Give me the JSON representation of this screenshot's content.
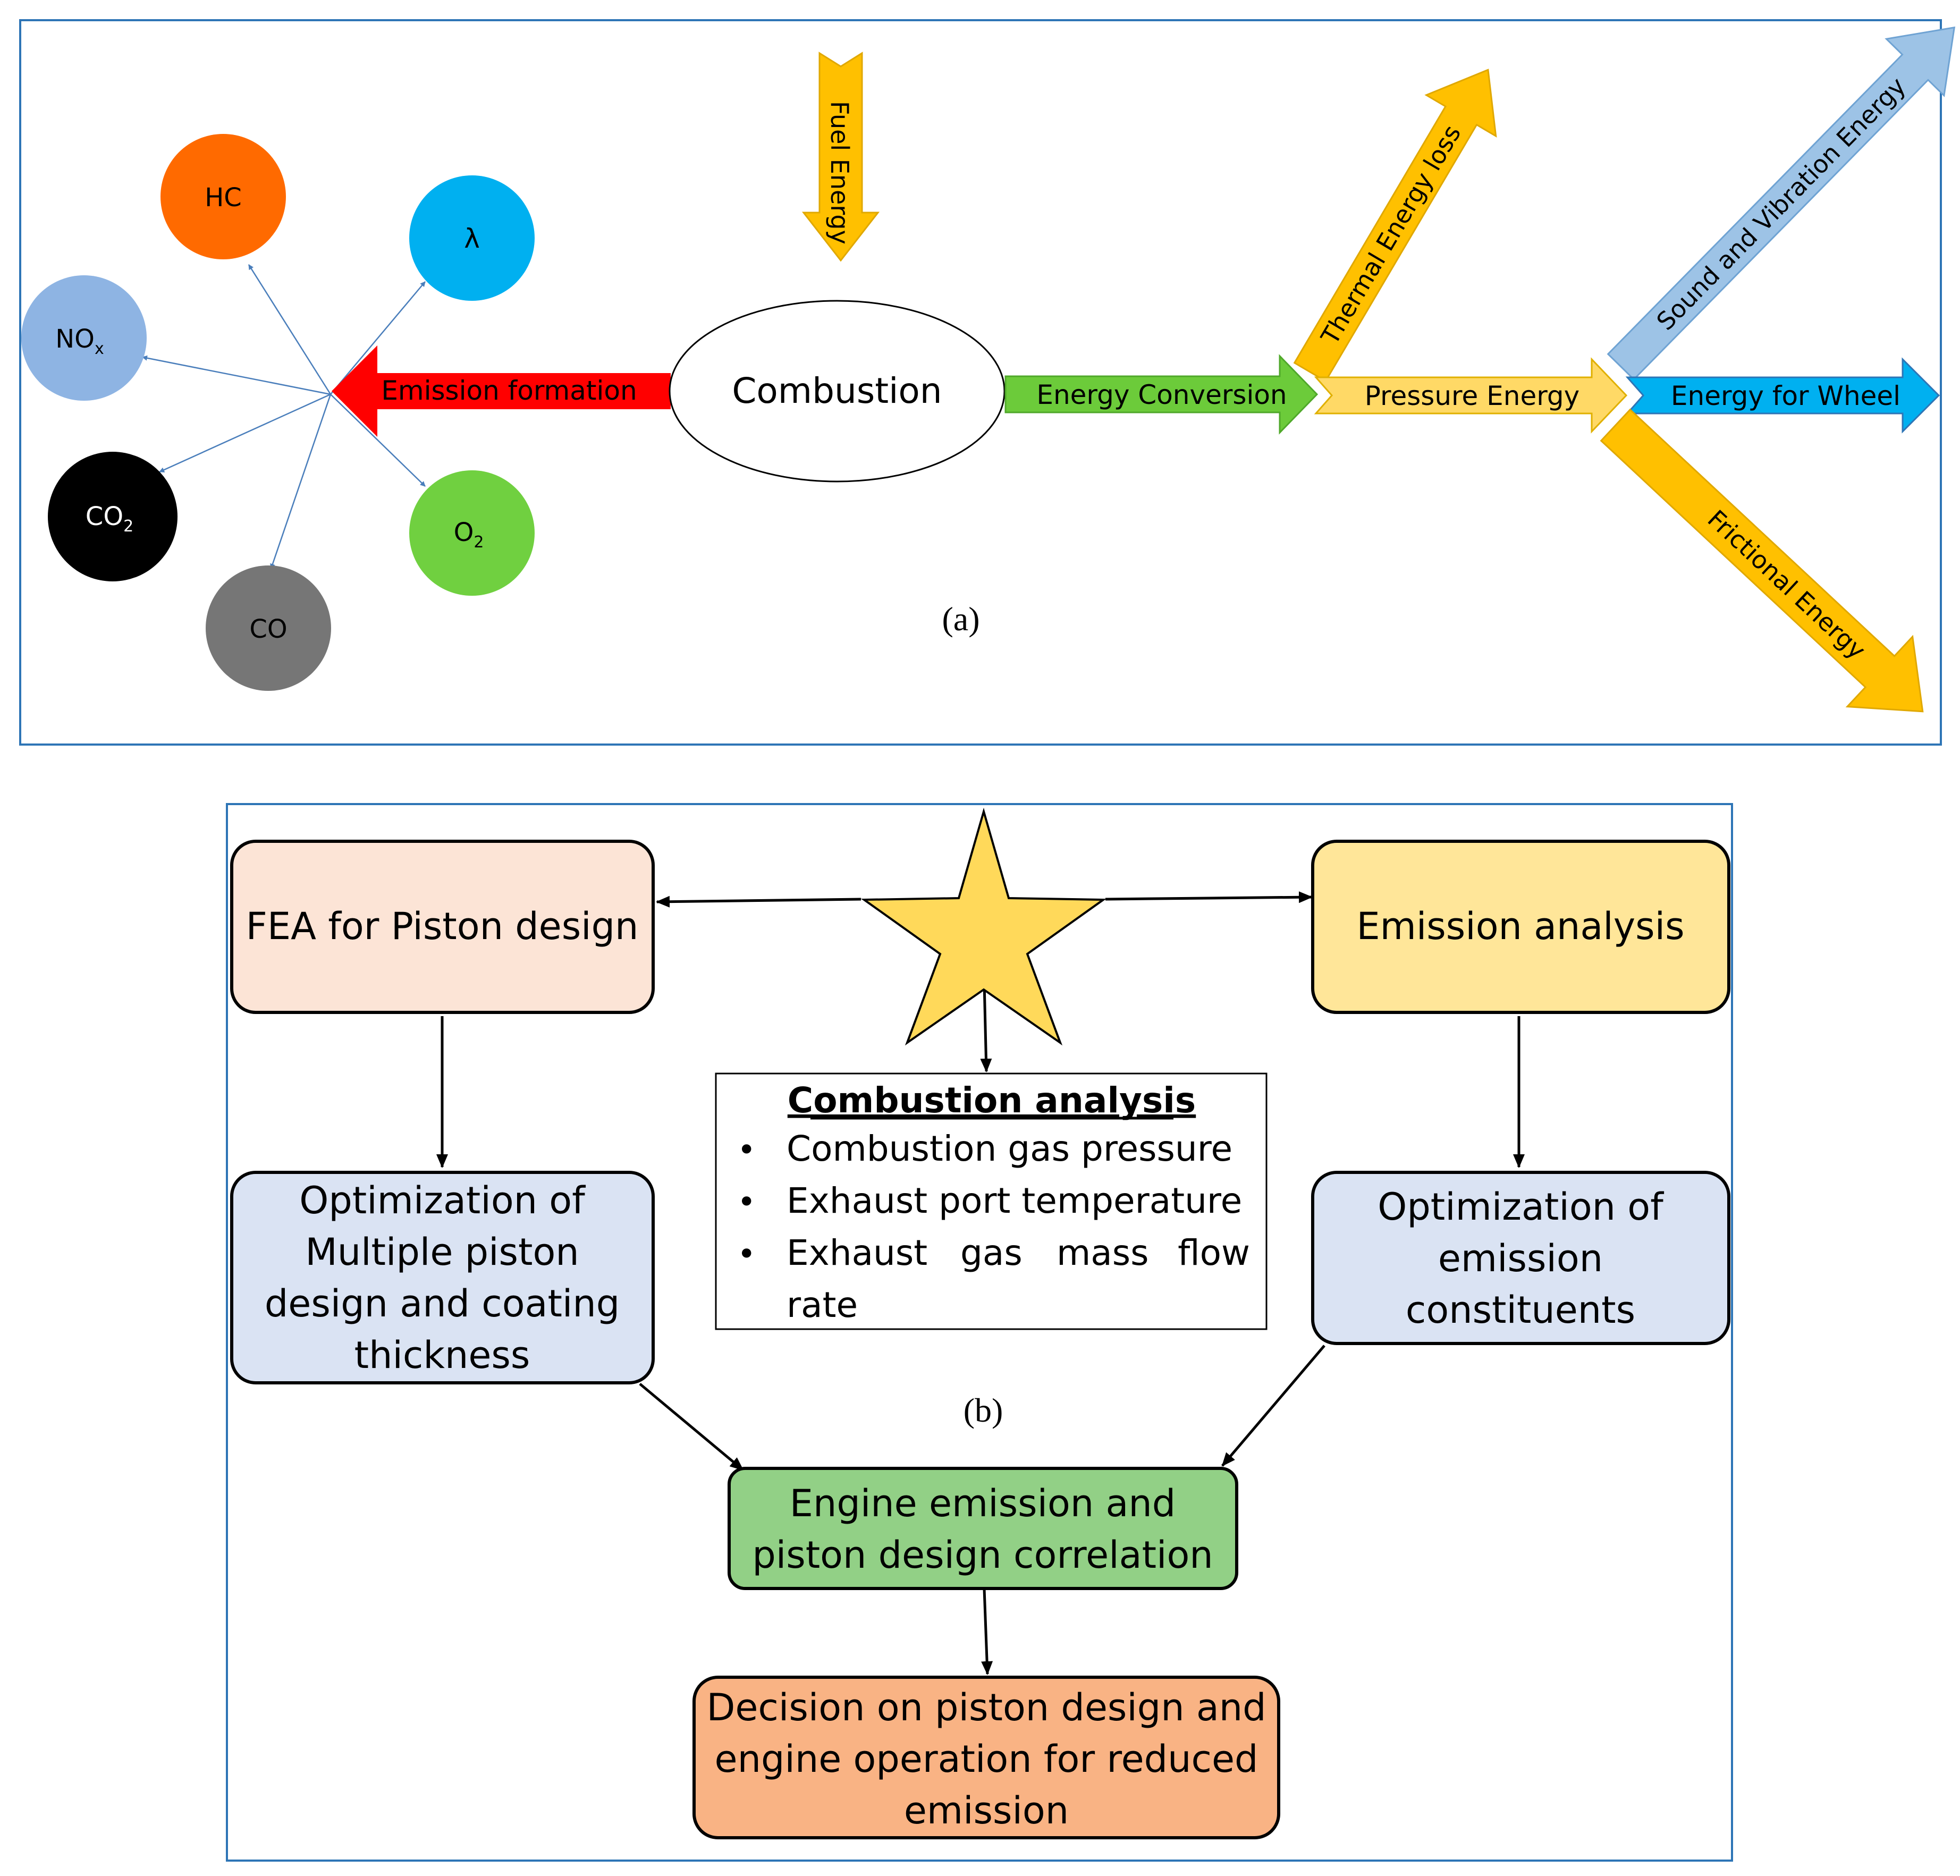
{
  "panel_a": {
    "caption": "(a)",
    "center_node": "Combustion",
    "fuel_arrow": "Fuel Energy",
    "emission_arrow": "Emission formation",
    "energy_conversion_arrow": "Energy Conversion",
    "pressure_arrow": "Pressure Energy",
    "wheel_arrow": "Energy for Wheel",
    "thermal_arrow": "Thermal Energy loss",
    "sound_arrow": "Sound and Vibration Energy",
    "frictional_arrow": "Frictional Energy",
    "emissions": {
      "hc": "HC",
      "lambda": "λ",
      "nox": "NO",
      "nox_sub": "x",
      "co2": "CO",
      "co2_sub": "2",
      "o2": "O",
      "o2_sub": "2",
      "co": "CO"
    },
    "colors": {
      "hc": "#FF6A00",
      "lambda": "#00B0F0",
      "nox": "#8EB4E3",
      "co2": "#000000",
      "o2": "#70D040",
      "co": "#767676",
      "emission_arrow": "#FF0000",
      "energy_conversion_arrow": "#6CCB3A",
      "amber_arrow": "#FFC000",
      "pressure_arrow": "#FFD966",
      "wheel_arrow": "#00B0F0",
      "sound_arrow": "#9DC3E6"
    }
  },
  "panel_b": {
    "caption": "(b)",
    "fea_box": "FEA for Piston design",
    "emission_box": "Emission analysis",
    "opt_piston_box": [
      "Optimization of",
      "Multiple piston",
      "design and coating",
      "thickness"
    ],
    "opt_emission_box": [
      "Optimization of",
      "emission",
      "constituents"
    ],
    "combustion_title": "Combustion analysis",
    "combustion_items": [
      "Combustion gas pressure",
      "Exhaust port temperature",
      "Exhaust gas mass flow rate"
    ],
    "combustion_item3_words": [
      "Exhaust",
      "gas",
      "mass",
      "flow"
    ],
    "combustion_item3_wrap": "rate",
    "correlation_box": [
      "Engine emission and",
      "piston design correlation"
    ],
    "decision_box": [
      "Decision on piston design and",
      "engine operation for reduced",
      "emission"
    ],
    "colors": {
      "fea": "#FCE4D6",
      "emission": "#FFE699",
      "optimization": "#DAE3F3",
      "correlation": "#92D086",
      "decision": "#F9B384",
      "star": "#FFD95A",
      "frame": "#2E75B6"
    }
  }
}
